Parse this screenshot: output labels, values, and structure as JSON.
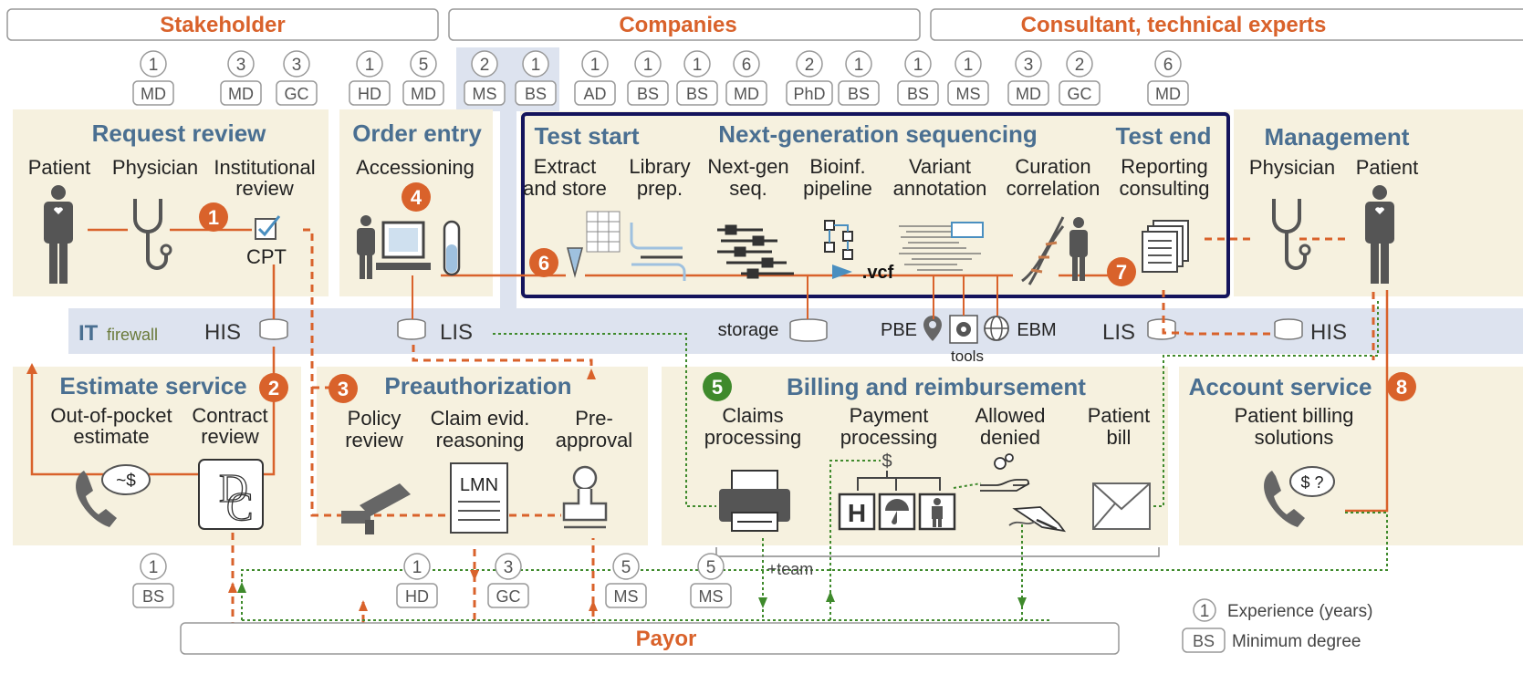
{
  "headers": {
    "stakeholder": "Stakeholder",
    "companies": "Companies",
    "consultant": "Consultant, technical experts",
    "payor": "Payor"
  },
  "colors": {
    "orange": "#d9622b",
    "green": "#3f8a2c",
    "navy": "#14145c",
    "panel": "#f6f1df",
    "band": "#dde3ef",
    "title_blue": "#4a6f91"
  },
  "top_badges": [
    {
      "n": "1",
      "d": "MD"
    },
    {
      "n": "3",
      "d": "MD"
    },
    {
      "n": "3",
      "d": "GC"
    },
    {
      "n": "1",
      "d": "HD"
    },
    {
      "n": "5",
      "d": "MD"
    },
    {
      "n": "2",
      "d": "MS"
    },
    {
      "n": "1",
      "d": "BS"
    },
    {
      "n": "1",
      "d": "AD"
    },
    {
      "n": "1",
      "d": "BS"
    },
    {
      "n": "1",
      "d": "BS"
    },
    {
      "n": "6",
      "d": "MD"
    },
    {
      "n": "2",
      "d": "PhD"
    },
    {
      "n": "1",
      "d": "BS"
    },
    {
      "n": "1",
      "d": "BS"
    },
    {
      "n": "1",
      "d": "MS"
    },
    {
      "n": "3",
      "d": "MD"
    },
    {
      "n": "2",
      "d": "GC"
    },
    {
      "n": "6",
      "d": "MD"
    }
  ],
  "bottom_badges": [
    {
      "n": "1",
      "d": "BS"
    },
    {
      "n": "1",
      "d": "HD"
    },
    {
      "n": "3",
      "d": "GC"
    },
    {
      "n": "5",
      "d": "MS"
    },
    {
      "n": "5",
      "d": "MS"
    }
  ],
  "sections": {
    "request_review": {
      "title": "Request review",
      "subs": [
        "Patient",
        "Physician",
        "Institutional",
        "review"
      ],
      "code": "CPT"
    },
    "order_entry": {
      "title": "Order entry",
      "sub": "Accessioning"
    },
    "ngs": {
      "test_start": "Test start",
      "title": "Next-generation sequencing",
      "test_end": "Test end",
      "steps": [
        [
          "Extract",
          "and store"
        ],
        [
          "Library",
          "prep."
        ],
        [
          "Next-gen",
          "seq."
        ],
        [
          "Bioinf.",
          "pipeline"
        ],
        [
          "Variant",
          "annotation"
        ],
        [
          "Curation",
          "correlation"
        ],
        [
          "Reporting",
          "consulting"
        ]
      ],
      "vcf": ".vcf"
    },
    "management": {
      "title": "Management",
      "subs": [
        "Physician",
        "Patient"
      ]
    },
    "it": {
      "it": "IT",
      "firewall": "firewall",
      "his": "HIS",
      "lis": "LIS",
      "storage": "storage",
      "pbe": "PBE",
      "tools": "tools",
      "ebm": "EBM",
      "lis2": "LIS",
      "his2": "HIS"
    },
    "estimate": {
      "title": "Estimate service",
      "subs": [
        [
          "Out-of-pocket",
          "estimate"
        ],
        [
          "Contract",
          "review"
        ]
      ],
      "phone": "~$"
    },
    "preauth": {
      "title": "Preauthorization",
      "subs": [
        [
          "Policy",
          "review"
        ],
        [
          "Claim evid.",
          "reasoning"
        ],
        [
          "Pre-",
          "approval"
        ]
      ],
      "doc": "LMN"
    },
    "billing": {
      "title": "Billing and reimbursement",
      "subs": [
        [
          "Claims",
          "processing"
        ],
        [
          "Payment",
          "processing"
        ],
        [
          "Allowed",
          "denied"
        ],
        [
          "Patient",
          "bill"
        ]
      ],
      "dollar": "$"
    },
    "account": {
      "title": "Account service",
      "subs": [
        "Patient billing",
        "solutions"
      ],
      "phone": "$ ?"
    }
  },
  "steps": [
    "1",
    "2",
    "3",
    "4",
    "5",
    "6",
    "7",
    "8"
  ],
  "team_label": "+team",
  "legend": {
    "n": "1",
    "exp": "Experience (years)",
    "d": "BS",
    "deg": "Minimum degree"
  }
}
